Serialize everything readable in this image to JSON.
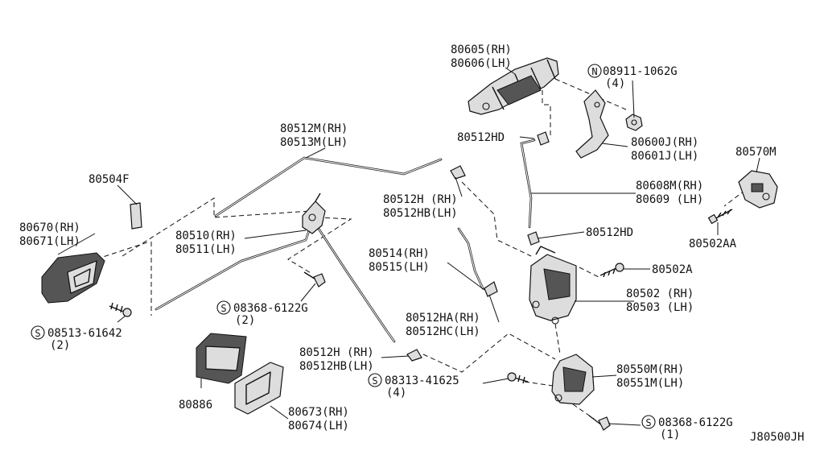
{
  "labels": {
    "p80605": "80605(RH)",
    "p80606": "80606(LH)",
    "n08911": "08911-1062G",
    "n08911_qty": "(4)",
    "p80512HD_a": "80512HD",
    "p80600J": "80600J(RH)",
    "p80601J": "80601J(LH)",
    "p80570M": "80570M",
    "p80512M": "80512M(RH)",
    "p80513M": "80513M(LH)",
    "p80504F": "80504F",
    "p80608M": "80608M(RH)",
    "p80609": "80609 (LH)",
    "p80512H_a": "80512H (RH)",
    "p80512HB_a": "80512HB(LH)",
    "p80502AA": "80502AA",
    "p80670": "80670(RH)",
    "p80671": "80671(LH)",
    "p80510": "80510(RH)",
    "p80511": "80511(LH)",
    "p80512HD_b": "80512HD",
    "p80514": "80514(RH)",
    "p80515": "80515(LH)",
    "p80502A": "80502A",
    "s08368_a": "08368-6122G",
    "s08368_a_qty": "(2)",
    "p80502": "80502 (RH)",
    "p80503": "80503 (LH)",
    "s08513": "08513-61642",
    "s08513_qty": "(2)",
    "p80512HA": "80512HA(RH)",
    "p80512HC": "80512HC(LH)",
    "p80512H_b": "80512H (RH)",
    "p80512HB_b": "80512HB(LH)",
    "p80550M": "80550M(RH)",
    "p80551M": "80551M(LH)",
    "s08313": "08313-41625",
    "s08313_qty": "(4)",
    "p80886": "80886",
    "p80673": "80673(RH)",
    "p80674": "80674(LH)",
    "s08368_b": "08368-6122G",
    "s08368_b_qty": "(1)",
    "diagram_code": "J80500JH"
  },
  "symbols": {
    "n": "N",
    "s": "S"
  }
}
